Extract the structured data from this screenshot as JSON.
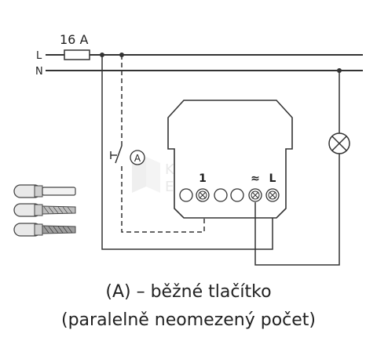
{
  "fuse_label": "16 A",
  "line_labels": {
    "live": "L",
    "neutral": "N"
  },
  "button_label": "A",
  "terminal_labels": {
    "t1": "1",
    "tilde": "≈",
    "tL": "L"
  },
  "watermark": "K&V ELEKTRO",
  "caption": {
    "line1": "(A) – běžné tlačítko",
    "line2": "(paralelně neomezený počet)"
  },
  "colors": {
    "wire": "#333333",
    "watermark": "#d8d8d8"
  }
}
